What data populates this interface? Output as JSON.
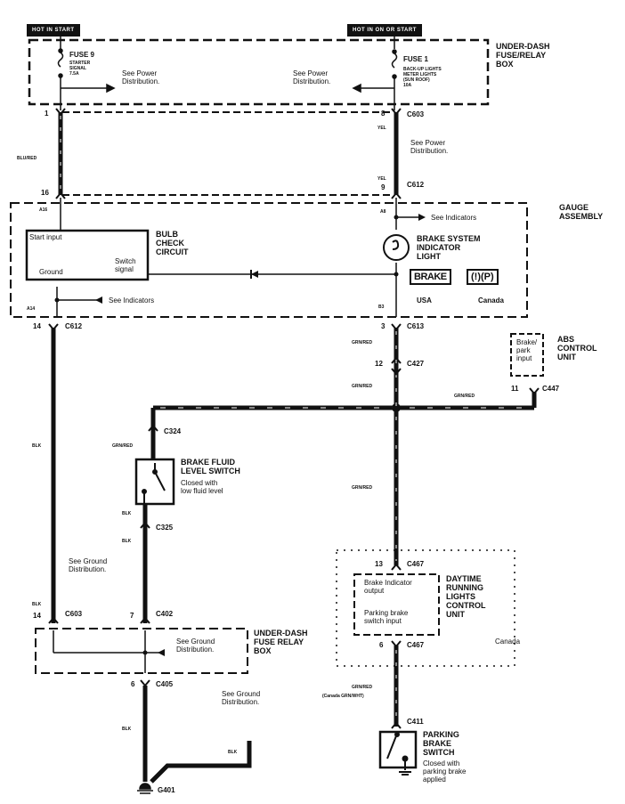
{
  "headers": {
    "hot_in_start": "HOT IN START",
    "hot_in_on_or_start": "HOT IN ON OR START"
  },
  "under_dash_box_top": {
    "label": [
      "UNDER-DASH",
      "FUSE/RELAY",
      "BOX"
    ],
    "fuse9": {
      "name": "FUSE 9",
      "desc": [
        "STARTER",
        "SIGNAL",
        "7.5A"
      ]
    },
    "fuse1": {
      "name": "FUSE 1",
      "desc": [
        "BACK-UP LIGHTS",
        "METER LIGHTS",
        "(SUN ROOF)",
        "10A"
      ]
    },
    "see_power_left": [
      "See Power",
      "Distribution."
    ],
    "see_power_right": [
      "See Power",
      "Distribution."
    ]
  },
  "wires": {
    "blu_red": "BLU/RED",
    "yel_top": "YEL",
    "yel_bottom": "YEL",
    "see_power_mid": [
      "See Power",
      "Distribution."
    ],
    "blk_left_1": "BLK",
    "blk_left_2": "BLK",
    "grn_red_c324": "GRN/RED",
    "blk_switch_1": "BLK",
    "blk_switch_2": "BLK",
    "grn_red_1": "GRN/RED",
    "grn_red_2": "GRN/RED",
    "grn_red_abs": "GRN/RED",
    "grn_red_long": "GRN/RED",
    "grn_red_bottom": "GRN/RED",
    "canada_grn_wht": "(Canada GRN/WHT)",
    "blk_ground_1": "BLK",
    "blk_ground_2": "BLK"
  },
  "connectors": {
    "c603_top_left_pin": "1",
    "c603_top_right_pin": "8",
    "c603_top": "C603",
    "c612_left_pin": "16",
    "c612_right_pin": "9",
    "c612_mid": "C612",
    "a16": "A16",
    "a8": "A8",
    "a14": "A14",
    "b3": "B3",
    "c612_bottom_pin": "14",
    "c612_bottom": "C612",
    "c613_pin": "3",
    "c613": "C613",
    "c427_pin": "12",
    "c427": "C427",
    "c447_pin": "11",
    "c447": "C447",
    "c324": "C324",
    "c325": "C325",
    "c603_bottom_pin": "14",
    "c603_bottom": "C603",
    "c402_pin": "7",
    "c402": "C402",
    "c405_pin": "6",
    "c405": "C405",
    "c467_top_pin": "13",
    "c467_top": "C467",
    "c467_bottom_pin": "6",
    "c467_bottom": "C467",
    "c411": "C411",
    "g401": "G401"
  },
  "gauge_assembly": {
    "label": [
      "GAUGE",
      "ASSEMBLY"
    ],
    "see_indicators_top": "See Indicators",
    "see_indicators_left": "See Indicators",
    "bulb_check": {
      "title": [
        "BULB",
        "CHECK",
        "CIRCUIT"
      ],
      "start_input": "Start input",
      "ground": "Ground",
      "switch_signal": [
        "Switch",
        "signal"
      ]
    },
    "brake_light": {
      "title": [
        "BRAKE SYSTEM",
        "INDICATOR",
        "LIGHT"
      ],
      "usa_symbol": "BRAKE",
      "usa_label": "USA",
      "canada_symbol": "(!)(P)",
      "canada_label": "Canada"
    }
  },
  "abs_unit": {
    "label": [
      "ABS",
      "CONTROL",
      "UNIT"
    ],
    "input": [
      "Brake/",
      "park",
      "input"
    ]
  },
  "brake_fluid_switch": {
    "title": [
      "BRAKE FLUID",
      "LEVEL SWITCH"
    ],
    "desc": [
      "Closed with",
      "low fluid level"
    ]
  },
  "see_ground_1": [
    "See Ground",
    "Distribution."
  ],
  "under_dash_box_bottom": {
    "label": [
      "UNDER-DASH",
      "FUSE RELAY",
      "BOX"
    ],
    "see_ground": [
      "See Ground",
      "Distribution."
    ]
  },
  "see_ground_3": [
    "See Ground",
    "Distribution."
  ],
  "drl_unit": {
    "label": [
      "DAYTIME",
      "RUNNING",
      "LIGHTS",
      "CONTROL",
      "UNIT"
    ],
    "brake_output": [
      "Brake Indicator",
      "output"
    ],
    "park_input": [
      "Parking brake",
      "switch input"
    ],
    "region": "Canada"
  },
  "parking_brake_switch": {
    "title": [
      "PARKING",
      "BRAKE",
      "SWITCH"
    ],
    "desc": [
      "Closed with",
      "parking brake",
      "applied"
    ]
  }
}
